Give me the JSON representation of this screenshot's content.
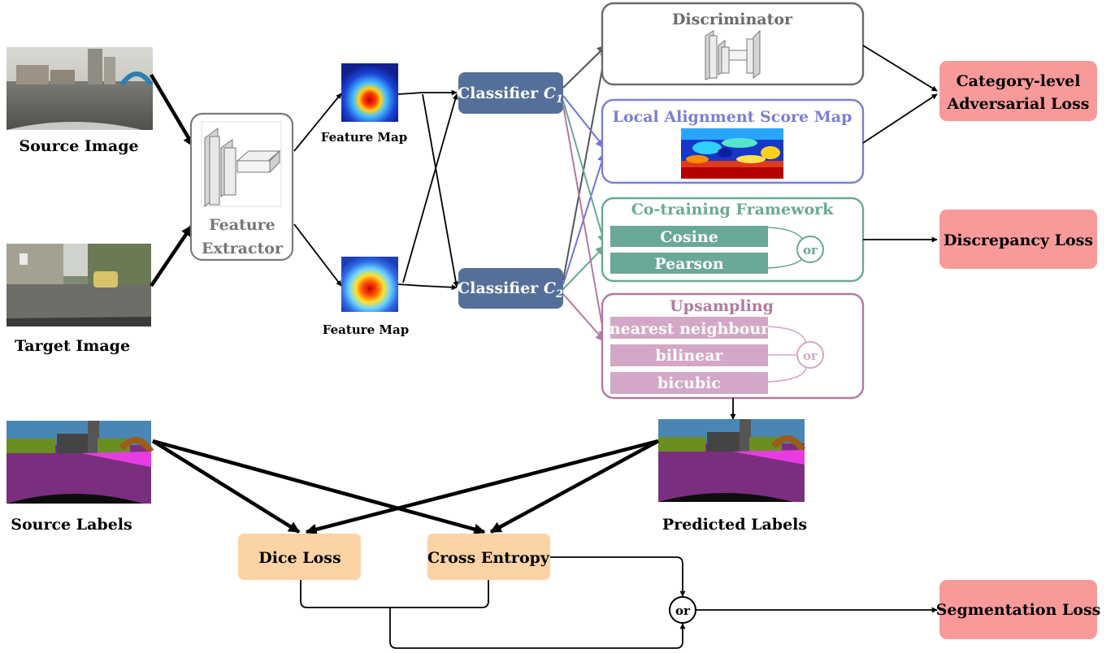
{
  "inputs": {
    "source_image_label": "Source Image",
    "target_image_label": "Target Image"
  },
  "feature_extractor": {
    "label_line1": "Feature",
    "label_line2": "Extractor"
  },
  "feature_maps": {
    "top_label": "Feature Map",
    "bottom_label": "Feature Map"
  },
  "classifiers": {
    "c1": {
      "text": "Classifier ",
      "symbol": "C",
      "subscript": "1"
    },
    "c2": {
      "text": "Classifier ",
      "symbol": "C",
      "subscript": "2"
    }
  },
  "modules": {
    "discriminator": {
      "title": "Discriminator"
    },
    "local_alignment": {
      "title": "Local Alignment Score Map"
    },
    "cotraining": {
      "title": "Co-training Framework",
      "options": [
        "Cosine",
        "Pearson"
      ],
      "or_label": "or"
    },
    "upsampling": {
      "title": "Upsampling",
      "options": [
        "nearest neighbour",
        "bilinear",
        "bicubic"
      ],
      "or_label": "or"
    }
  },
  "losses": {
    "category_level_line1": "Category-level",
    "category_level_line2": "Adversarial Loss",
    "discrepancy": "Discrepancy Loss",
    "dice": "Dice Loss",
    "cross_entropy": "Cross Entropy",
    "segmentation": "Segmentation Loss",
    "seg_or_label": "or"
  },
  "labels": {
    "source_labels": "Source Labels",
    "predicted_labels": "Predicted Labels"
  },
  "colors": {
    "classifier_fill": "#54709a",
    "discriminator_border": "#6b6b6b",
    "local_alignment": "#7b7fd0",
    "cotraining": "#6aa897",
    "upsampling": "#b07aa3",
    "loss_red": "#f99a9a",
    "loss_orange": "#fcd3a5"
  }
}
